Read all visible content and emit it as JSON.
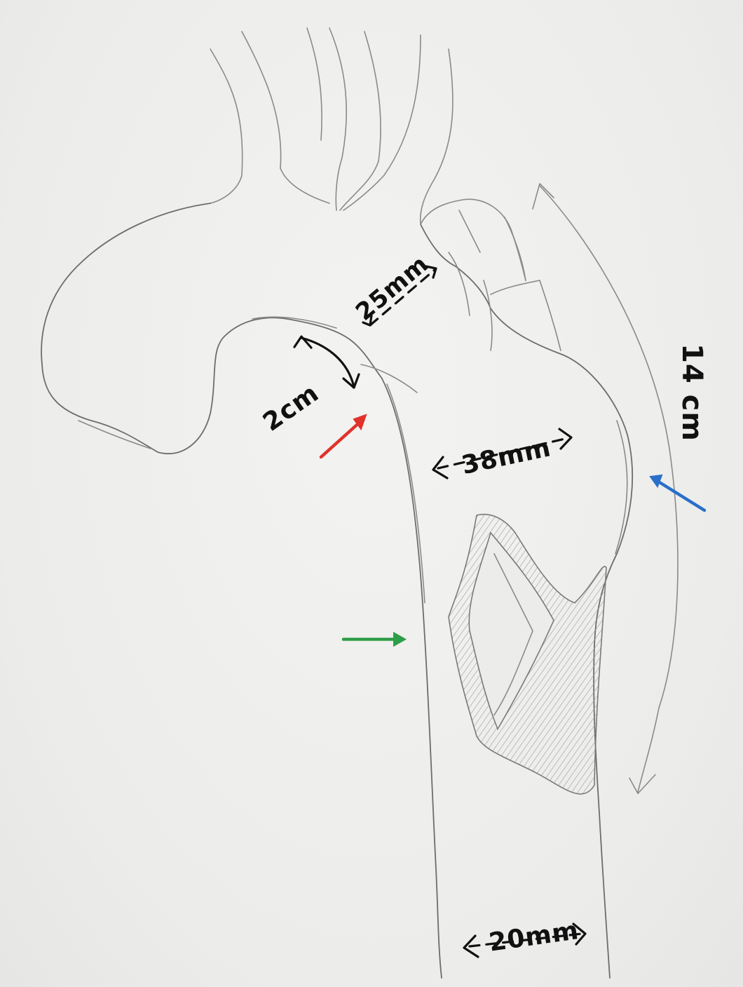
{
  "labels": {
    "top_neck": "25mm",
    "arch_offset": "2cm",
    "aneurysm_width": "38mm",
    "length": "14 cm",
    "distal_width": "20mm"
  },
  "arrows": {
    "red": "#e0322b",
    "blue": "#2a6fc9",
    "green": "#2e9e48"
  }
}
